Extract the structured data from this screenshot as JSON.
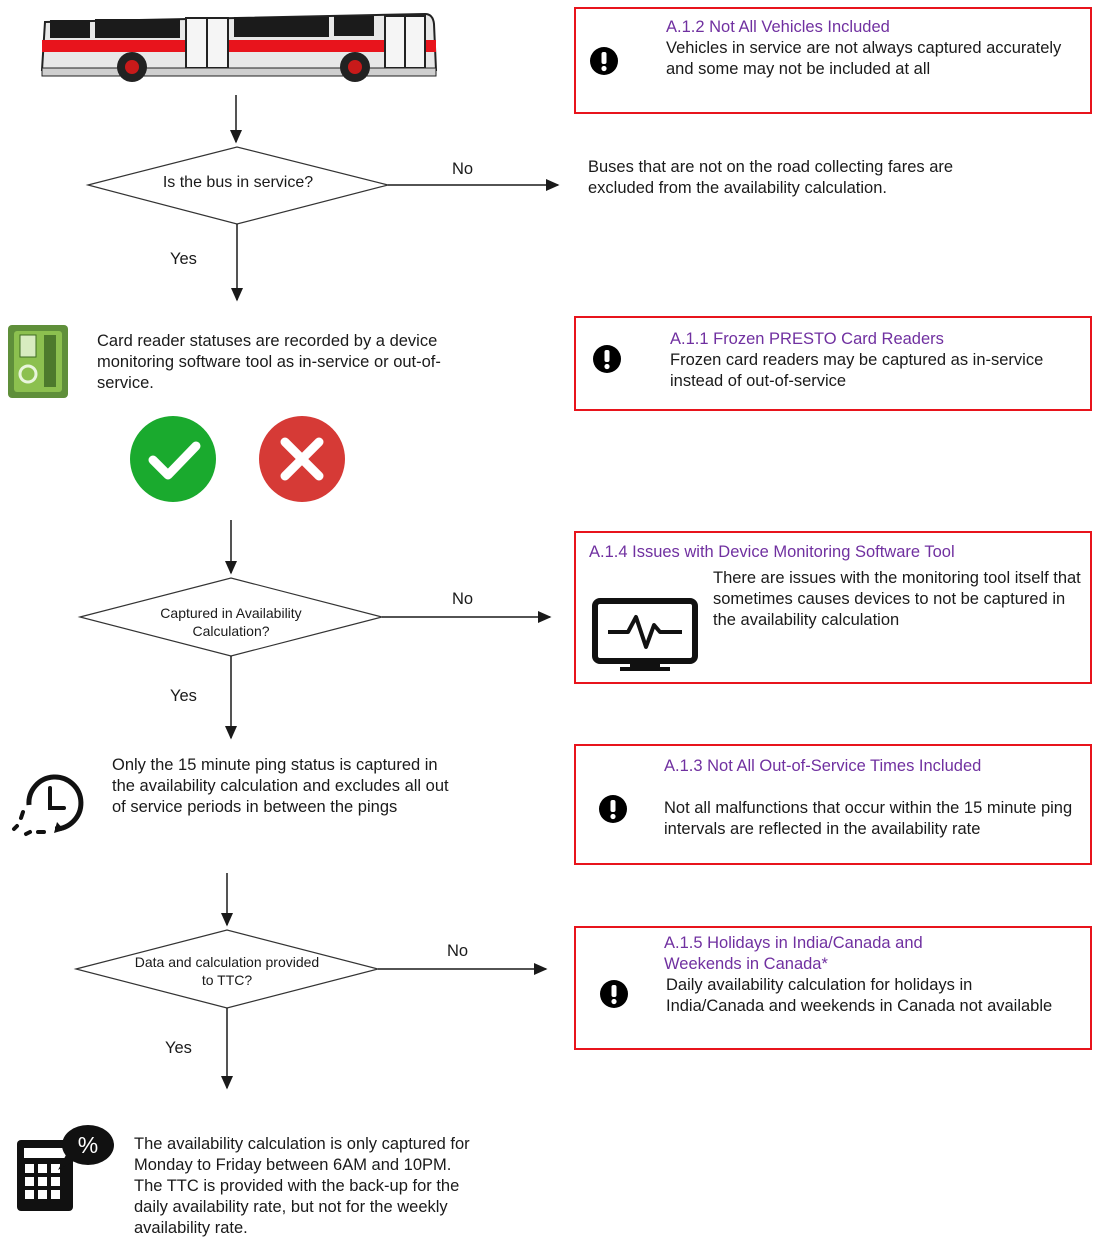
{
  "flow": {
    "q1": {
      "text": "Is the bus in service?",
      "no": "No",
      "yes": "Yes"
    },
    "q1_no_text": "Buses that are not on the road collecting fares are excluded from the availability calculation.",
    "card_reader_text": "Card reader statuses are recorded by a device monitoring software tool as in-service or out-of-service.",
    "q2": {
      "text": "Captured in Availability Calculation?",
      "no": "No",
      "yes": "Yes"
    },
    "ping_text": "Only the 15 minute ping status is captured in the availability calculation and excludes all out of service periods in between the pings",
    "q3": {
      "text": "Data and calculation provided to TTC?",
      "no": "No",
      "yes": "Yes"
    },
    "final_text": "The availability calculation is only captured for Monday to Friday between 6AM and 10PM. The TTC is provided with the back-up for the daily availability rate, but not for the weekly availability rate."
  },
  "issues": [
    {
      "title": "A.1.2 Not All Vehicles Included",
      "body": "Vehicles in service are not always captured accurately and some may not be included at all",
      "icon": "exclamation-icon"
    },
    {
      "title": "A.1.1 Frozen PRESTO Card Readers",
      "body": "Frozen card readers may be captured as in-service instead of out-of-service",
      "icon": "exclamation-icon"
    },
    {
      "title": "A.1.4 Issues with Device Monitoring Software Tool",
      "body": "There are issues with the monitoring tool itself that sometimes causes devices to not be captured in the availability calculation",
      "icon": "monitor-icon"
    },
    {
      "title": "A.1.3 Not All Out-of-Service Times Included",
      "body": "Not all malfunctions that occur within the 15 minute ping intervals are reflected in the availability rate",
      "icon": "exclamation-icon"
    },
    {
      "title": "A.1.5 Holidays in India/Canada and Weekends in Canada*",
      "body": "Daily availability calculation for holidays in India/Canada and weekends in Canada not available",
      "icon": "exclamation-icon"
    }
  ],
  "colors": {
    "border": "#e8141c",
    "title": "#7030a0",
    "check": "#1aaa2e",
    "cross": "#d63a36",
    "bus_stripe": "#e8141c"
  }
}
